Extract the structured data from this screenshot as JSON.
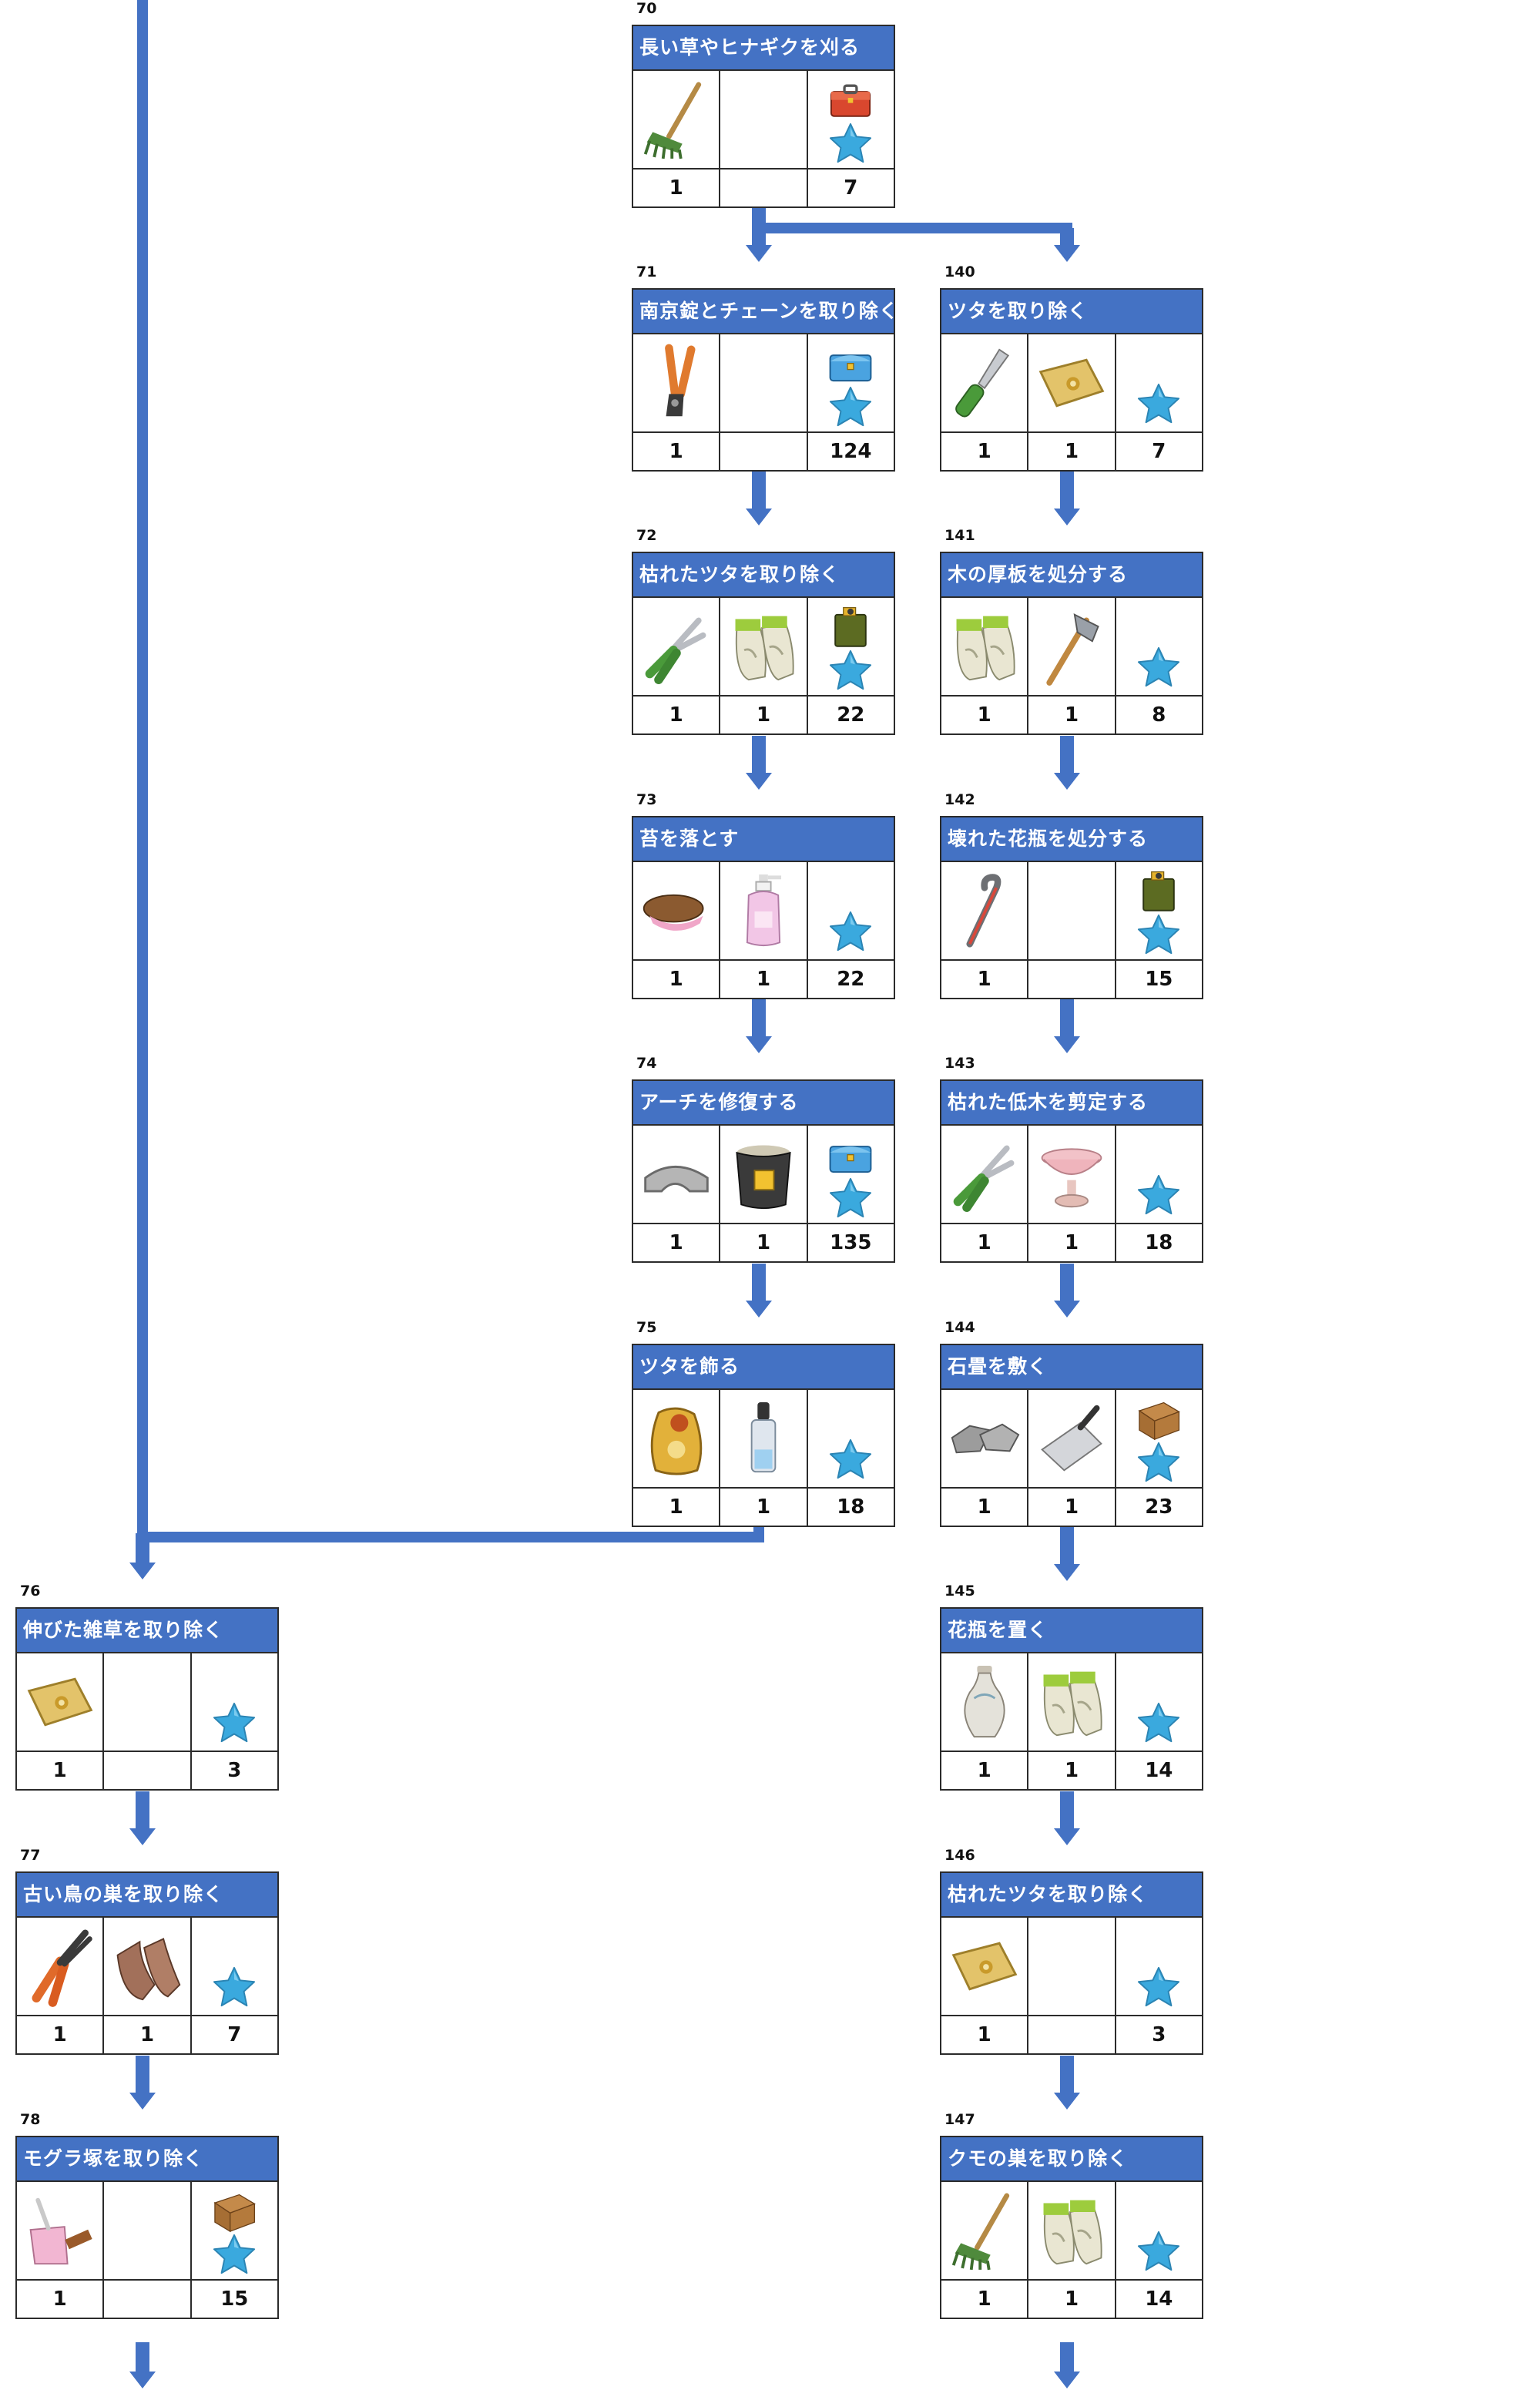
{
  "colors": {
    "header": "#4472c4",
    "arrow": "#4472c4",
    "star": "#3aa9de"
  },
  "nodes": [
    {
      "id": "70",
      "title": "長い草やヒナギクを刈る",
      "items": [
        "rake-icon",
        "",
        "toolbox-red-icon"
      ],
      "counts": [
        "1",
        "",
        "7"
      ]
    },
    {
      "id": "71",
      "title": "南京錠とチェーンを取り除く",
      "items": [
        "bolt-cutter-icon",
        "",
        "toolbox-blue-icon"
      ],
      "counts": [
        "1",
        "",
        "124"
      ]
    },
    {
      "id": "140",
      "title": "ツタを取り除く",
      "items": [
        "knife-icon",
        "seed-bag-icon",
        ""
      ],
      "counts": [
        "1",
        "1",
        "7"
      ]
    },
    {
      "id": "72",
      "title": "枯れたツタを取り除く",
      "items": [
        "pruning-shears-icon",
        "gloves-icon",
        "gas-can-icon"
      ],
      "counts": [
        "1",
        "1",
        "22"
      ]
    },
    {
      "id": "141",
      "title": "木の厚板を処分する",
      "items": [
        "gloves-icon",
        "axe-icon",
        ""
      ],
      "counts": [
        "1",
        "1",
        "8"
      ]
    },
    {
      "id": "73",
      "title": "苔を落とす",
      "items": [
        "brush-icon",
        "soap-bottle-icon",
        ""
      ],
      "counts": [
        "1",
        "1",
        "22"
      ]
    },
    {
      "id": "142",
      "title": "壊れた花瓶を処分する",
      "items": [
        "crowbar-icon",
        "",
        "gas-can-icon"
      ],
      "counts": [
        "1",
        "",
        "15"
      ]
    },
    {
      "id": "74",
      "title": "アーチを修復する",
      "items": [
        "stone-arch-icon",
        "cement-bucket-icon",
        "toolbox-blue-icon"
      ],
      "counts": [
        "1",
        "1",
        "135"
      ]
    },
    {
      "id": "143",
      "title": "枯れた低木を剪定する",
      "items": [
        "pruning-shears-icon",
        "pink-bowl-icon",
        ""
      ],
      "counts": [
        "1",
        "1",
        "18"
      ]
    },
    {
      "id": "75",
      "title": "ツタを飾る",
      "items": [
        "fertilizer-bag-icon",
        "dropper-bottle-icon",
        ""
      ],
      "counts": [
        "1",
        "1",
        "18"
      ]
    },
    {
      "id": "144",
      "title": "石畳を敷く",
      "items": [
        "paving-stones-icon",
        "trowel-icon",
        "wooden-crate-icon"
      ],
      "counts": [
        "1",
        "1",
        "23"
      ]
    },
    {
      "id": "76",
      "title": "伸びた雑草を取り除く",
      "items": [
        "seed-bag-icon",
        "",
        ""
      ],
      "counts": [
        "1",
        "",
        "3"
      ]
    },
    {
      "id": "145",
      "title": "花瓶を置く",
      "items": [
        "vase-icon",
        "gloves-icon",
        ""
      ],
      "counts": [
        "1",
        "1",
        "14"
      ]
    },
    {
      "id": "77",
      "title": "古い鳥の巣を取り除く",
      "items": [
        "pliers-icon",
        "leather-gloves-icon",
        ""
      ],
      "counts": [
        "1",
        "1",
        "7"
      ]
    },
    {
      "id": "146",
      "title": "枯れたツタを取り除く",
      "items": [
        "seed-bag-icon",
        "",
        ""
      ],
      "counts": [
        "1",
        "",
        "3"
      ]
    },
    {
      "id": "78",
      "title": "モグラ塚を取り除く",
      "items": [
        "dustpan-icon",
        "",
        "wooden-crate-icon"
      ],
      "counts": [
        "1",
        "",
        "15"
      ]
    },
    {
      "id": "147",
      "title": "クモの巣を取り除く",
      "items": [
        "rake-icon",
        "gloves-icon",
        ""
      ],
      "counts": [
        "1",
        "1",
        "14"
      ]
    }
  ]
}
